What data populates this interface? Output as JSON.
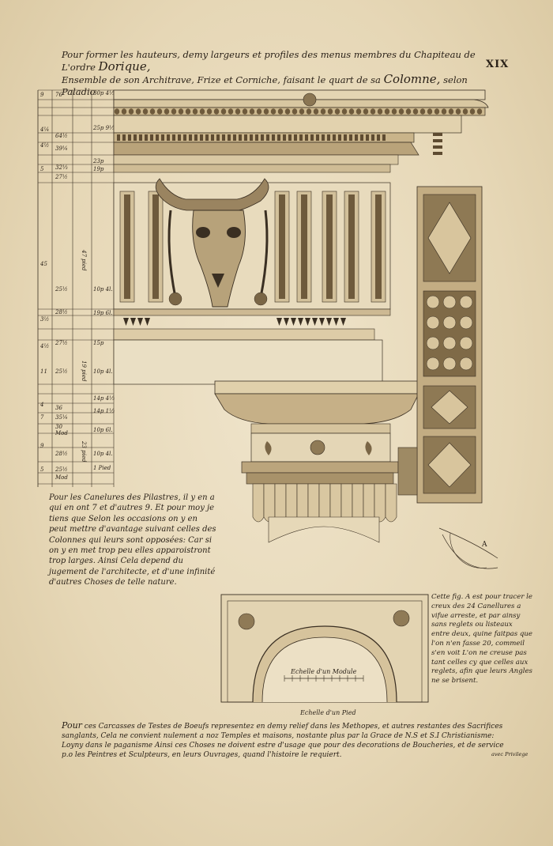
{
  "plate": {
    "number": "XIX",
    "title_line1_small": "Pour former les hauteurs, demy largeurs et profiles des menus membres du Chapiteau de L'ordre",
    "title_line1_big": "Dorique,",
    "title_line2_small": "Ensemble de son Architrave, Frize et Corniche, faisant le quart de sa",
    "title_line2_big": "Colomne,",
    "title_line2_end": "selon Paladio"
  },
  "dimension_column": {
    "left_values": [
      "9",
      "4¼",
      "4½",
      "5",
      "45",
      "3½",
      "4½",
      "11",
      "4",
      "7",
      "9",
      "5"
    ],
    "mid_values": [
      "76",
      "64½",
      "39¼",
      "32⅓",
      "27½",
      "25½",
      "28½",
      "27½",
      "25½",
      "36",
      "35¼",
      "30",
      "28½",
      "25½"
    ],
    "right_values": [
      "30p 4⅓",
      "25p 9⅓",
      "23p",
      "19p",
      "10p 4l.",
      "19p 6l.",
      "15p",
      "10p 4l.",
      "14p 4⅓",
      "14p 1⅓",
      "10p 6l.",
      "10p 4l.",
      "1 Pied"
    ],
    "rotated_labels": [
      "47 pied",
      "19 pied",
      "23 pied"
    ],
    "mod_label": "Mod"
  },
  "notes": {
    "left": "Pour les Canelures des Pilastres, il y en a qui en ont 7 et d'autres 9. Et pour moy je tiens que Selon les occasions on y en peut mettre d'avantage suivant celles des Colonnes qui leurs sont opposées: Car si on y en met trop peu elles apparoistront trop larges. Ainsi Cela depend du jugement de l'architecte, et d'une infinité d'autres Choses de telle nature.",
    "right": "Cette fig. A est pour tracer le creux des 24 Canellures a vifue arreste, et par ainsy sans reglets ou listeaux entre deux, quine faitpas que l'on n'en fasse 20, commeil s'en voit L'on ne creuse pas tant celles cy que celles aux reglets, afin que leurs Angles ne se brisent.",
    "fig_letter": "A"
  },
  "scales": {
    "module": "Echelle d'un Module",
    "pied": "Echelle d'un Pied"
  },
  "footer": {
    "lead": "Pour",
    "text": "ces Carcasses de Testes de Boeufs representez en demy relief dans les Methopes, et autres restantes des Sacrifices sanglants, Cela ne convient nulement a noz Temples et maisons, nostante plus par la Grace de N.S et S.I Christianisme: Loyny dans le paganisme Ainsi ces Choses ne doivent estre d'usage que pour des decorations de Boucheries, et de service p.o les Peintres et Sculpteurs, en leurs Ouvrages, quand l'histoire le requiert.",
    "privilege": "avec Privilege"
  },
  "colors": {
    "paper": "#e9dcc0",
    "ink": "#2a2118"
  }
}
